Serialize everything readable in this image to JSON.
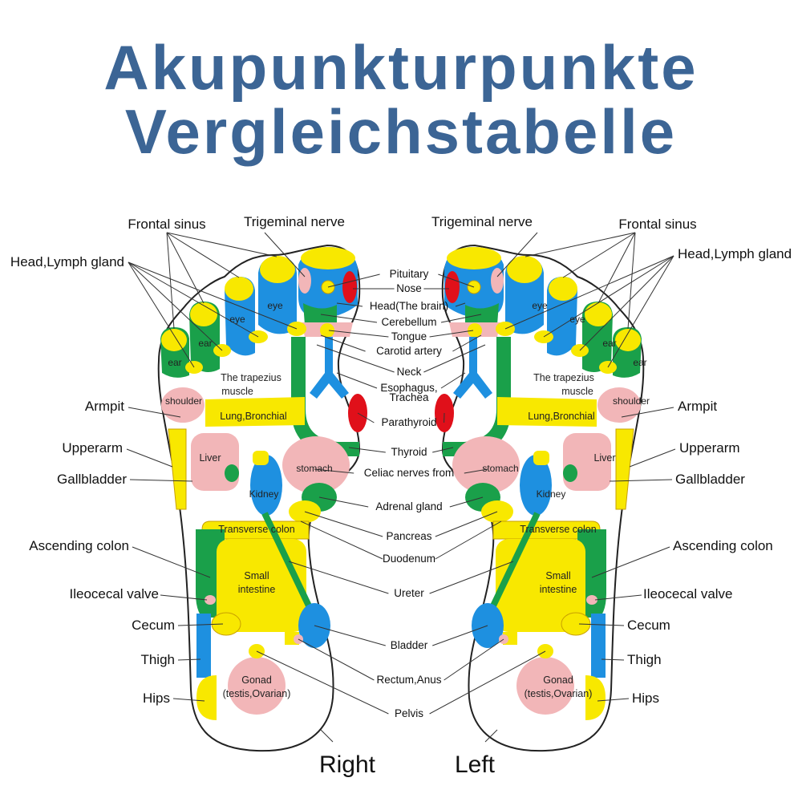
{
  "title": {
    "line1": "Akupunkturpunkte",
    "line2": "Vergleichstabelle"
  },
  "colors": {
    "title": "#3c6595",
    "blue": "#1e90e0",
    "yellow": "#f8e800",
    "green": "#1aa04a",
    "pink": "#f2b6b8",
    "red": "#e0101a"
  },
  "side_labels": {
    "frontal_sinus": "Frontal sinus",
    "head_lymph": "Head,Lymph gland",
    "trigeminal": "Trigeminal nerve",
    "armpit": "Armpit",
    "upperarm": "Upperarm",
    "gallbladder": "Gallbladder",
    "ascending_colon": "Ascending colon",
    "ileocecal": "Ileocecal valve",
    "cecum": "Cecum",
    "thigh": "Thigh",
    "hips": "Hips"
  },
  "center_labels": {
    "pituitary": "Pituitary",
    "nose": "Nose",
    "head": "Head(The brain)",
    "cerebellum": "Cerebellum",
    "tongue": "Tongue",
    "carotid": "Carotid artery",
    "neck": "Neck",
    "esophagus": "Esophagus,",
    "trachea": "Trachea",
    "parathyroid": "Parathyroid",
    "thyroid": "Thyroid",
    "celiac": "Celiac nerves from",
    "adrenal": "Adrenal gland",
    "pancreas": "Pancreas",
    "duodenum": "Duodenum",
    "ureter": "Ureter",
    "bladder": "Bladder",
    "rectum": "Rectum,Anus",
    "pelvis": "Pelvis"
  },
  "foot_labels": {
    "eye": "eye",
    "ear": "ear",
    "trapezius1": "The trapezius",
    "trapezius2": "muscle",
    "shoulder": "shoulder",
    "lung": "Lung,Bronchial",
    "liver": "Liver",
    "stomach": "stomach",
    "kidney": "Kidney",
    "transverse": "Transverse colon",
    "small1": "Small",
    "small2": "intestine",
    "gonad1": "Gonad",
    "gonad2": "(testis,Ovarian)"
  },
  "foot_names": {
    "right": "Right",
    "left": "Left"
  }
}
